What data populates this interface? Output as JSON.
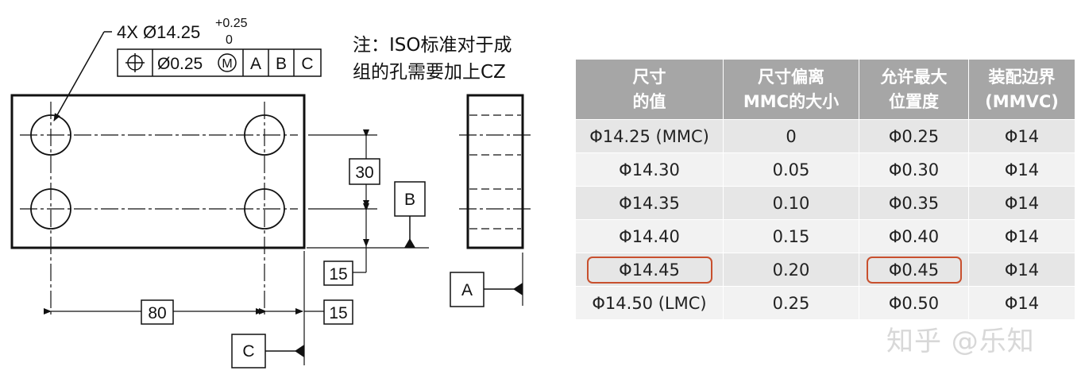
{
  "drawing": {
    "hole_callout": {
      "count": "4X Ø14.25",
      "tol_upper": "+0.25",
      "tol_lower": "0"
    },
    "fcf": {
      "symbol": "⌖",
      "tolerance": "Ø0.25",
      "modifier": "M",
      "datum1": "A",
      "datum2": "B",
      "datum3": "C"
    },
    "dim_30": "30",
    "dim_15_vertical": "15",
    "dim_80": "80",
    "dim_15_horizontal": "15",
    "datum_a": "A",
    "datum_b": "B",
    "datum_c": "C"
  },
  "note": {
    "line1": "注：ISO标准对于成",
    "line2": "组的孔需要加上CZ"
  },
  "table": {
    "headers": [
      [
        "尺寸",
        "的值"
      ],
      [
        "尺寸偏离",
        "MMC的大小"
      ],
      [
        "允许最大",
        "位置度"
      ],
      [
        "装配边界",
        "(MMVC)"
      ]
    ],
    "rows": [
      [
        "Φ14.25 (MMC)",
        "0",
        "Φ0.25",
        "Φ14"
      ],
      [
        "Φ14.30",
        "0.05",
        "Φ0.30",
        "Φ14"
      ],
      [
        "Φ14.35",
        "0.10",
        "Φ0.35",
        "Φ14"
      ],
      [
        "Φ14.40",
        "0.15",
        "Φ0.40",
        "Φ14"
      ],
      [
        "Φ14.45",
        "0.20",
        "Φ0.45",
        "Φ14"
      ],
      [
        "Φ14.50 (LMC)",
        "0.25",
        "Φ0.50",
        "Φ14"
      ]
    ],
    "highlighted_row": 4,
    "highlight_color": "#c8502e",
    "header_color": "#a6a6a6"
  },
  "watermark": "知乎 @乐知"
}
